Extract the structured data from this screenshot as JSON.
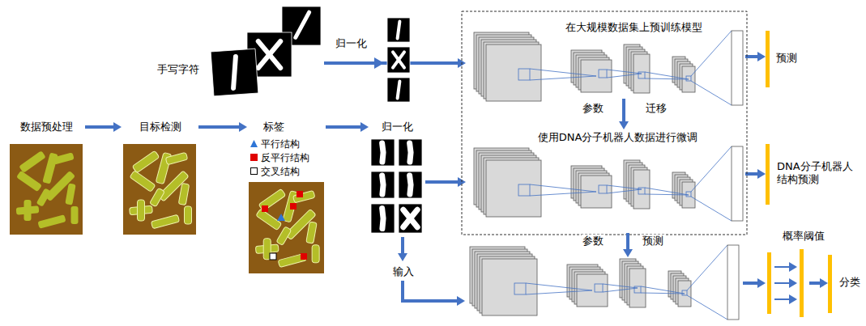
{
  "diagram": {
    "nodes": [
      {
        "text": [
          "手写字符"
        ]
      },
      {
        "text": [
          "在大规模数据集上预训练模型"
        ]
      },
      {
        "text": [
          "预测"
        ]
      },
      {
        "text": [
          "数据预处理"
        ]
      },
      {
        "text": [
          "目标检测"
        ]
      },
      {
        "text": [
          "标签"
        ]
      },
      {
        "text": [
          "归一化"
        ]
      },
      {
        "text": [
          "使用DNA分子机器人数据进行微调"
        ]
      },
      {
        "text": [
          "DNA分子机器人结构预测"
        ]
      },
      {
        "text": [
          "概率阈值"
        ]
      },
      {
        "text": [
          "分类"
        ]
      }
    ],
    "edges": [
      {
        "from": 0,
        "to": 1,
        "arrow": "to",
        "label": "归一化"
      },
      {
        "from": 1,
        "to": 7,
        "arrow": "to",
        "label": "参数"
      },
      {
        "from": 1,
        "to": 2,
        "arrow": "to"
      },
      {
        "from": 3,
        "to": 4,
        "arrow": "to"
      },
      {
        "from": 4,
        "to": 5,
        "arrow": "to"
      },
      {
        "from": 5,
        "to": 6,
        "arrow": "to"
      },
      {
        "from": 6,
        "to": 7,
        "arrow": "to"
      },
      {
        "from": 7,
        "to": 8,
        "arrow": "to"
      },
      {
        "from": 9,
        "to": 10,
        "arrow": "to"
      }
    ],
    "labels": [
      "迁移",
      "参数",
      "预测",
      "输入"
    ],
    "legend": [
      {
        "text": "平行结构"
      },
      {
        "text": "反平行结构"
      },
      {
        "text": "交叉结构"
      }
    ]
  }
}
